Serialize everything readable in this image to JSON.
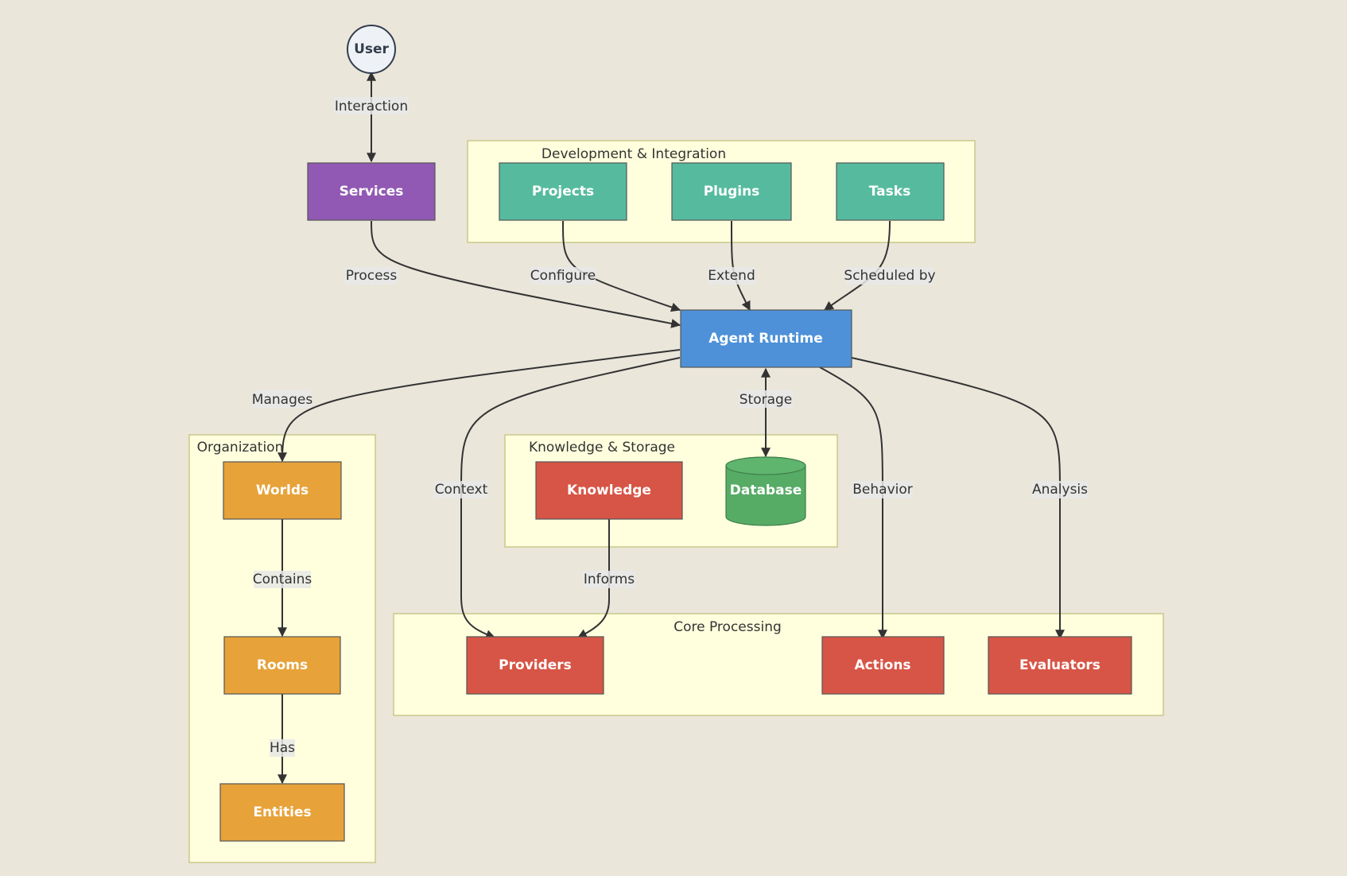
{
  "colors": {
    "background": "#eae6da",
    "services": "#9159b3",
    "dev": "#56bb9e",
    "runtime": "#4e91d8",
    "org": "#e7a239",
    "core": "#d75546",
    "database": "#56ab65",
    "cluster_fill": "#ffffde"
  },
  "nodes": {
    "user": "User",
    "services": "Services",
    "projects": "Projects",
    "plugins": "Plugins",
    "tasks": "Tasks",
    "runtime": "Agent Runtime",
    "worlds": "Worlds",
    "rooms": "Rooms",
    "entities": "Entities",
    "knowledge": "Knowledge",
    "database": "Database",
    "providers": "Providers",
    "actions": "Actions",
    "evaluators": "Evaluators"
  },
  "clusters": {
    "dev": "Development & Integration",
    "org": "Organization",
    "knowledge": "Knowledge & Storage",
    "core": "Core Processing"
  },
  "edges": {
    "interaction": "Interaction",
    "process": "Process",
    "configure": "Configure",
    "extend": "Extend",
    "scheduled": "Scheduled by",
    "manages": "Manages",
    "storage": "Storage",
    "context": "Context",
    "behavior": "Behavior",
    "analysis": "Analysis",
    "contains": "Contains",
    "has": "Has",
    "informs": "Informs"
  }
}
